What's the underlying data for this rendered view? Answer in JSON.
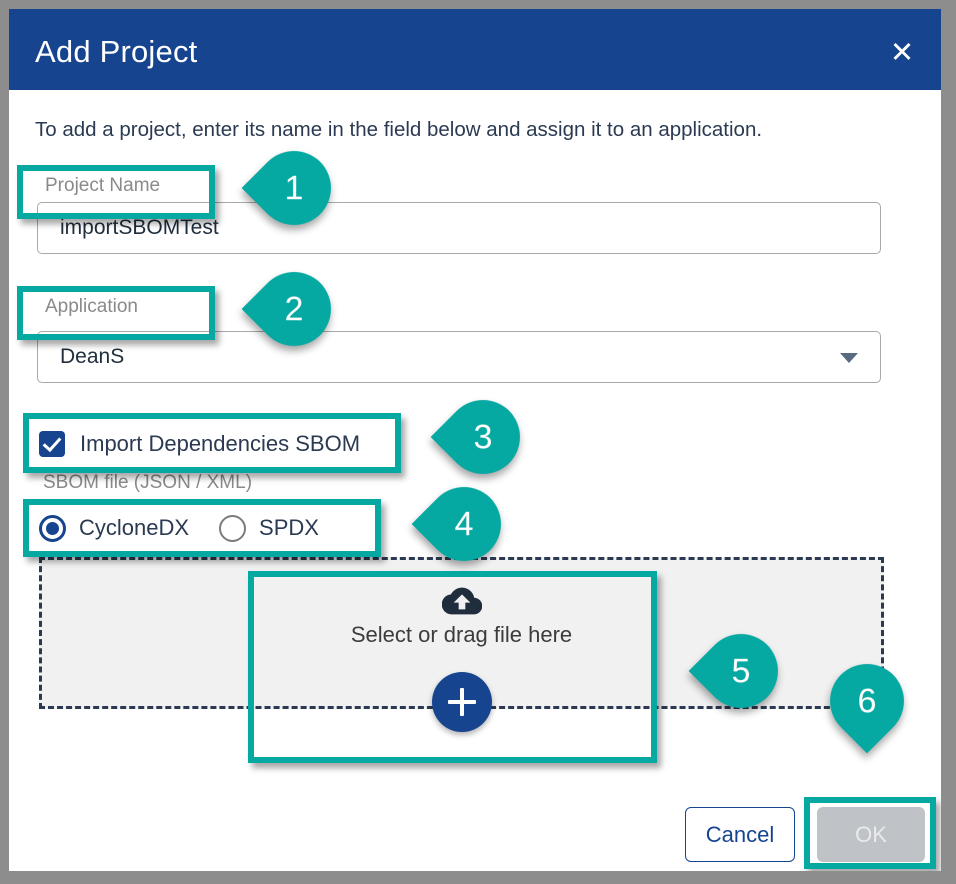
{
  "window": {
    "title": "Add Project",
    "close_icon": "close-x-icon"
  },
  "body": {
    "intro": "To add a project, enter its name in the field below and assign it to an application."
  },
  "fields": {
    "project_name": {
      "label": "Project Name",
      "value": "importSBOMTest",
      "placeholder": "Project Name"
    },
    "application": {
      "label": "Application",
      "value": "DeanS",
      "caret_icon": "chevron-down-icon"
    },
    "import_dependencies": {
      "label": "Import Dependencies SBOM",
      "checked": true
    },
    "sbom_file": {
      "label": "SBOM file (JSON / XML)",
      "options": [
        {
          "label": "CycloneDX",
          "selected": true
        },
        {
          "label": "SPDX",
          "selected": false
        }
      ]
    },
    "drop_zone": {
      "upload_icon": "cloud-upload-icon",
      "text": "Select or drag file here",
      "add_icon": "plus-icon"
    }
  },
  "footer": {
    "cancel_label": "Cancel",
    "ok_label": "OK"
  },
  "annotations": {
    "markers": [
      {
        "number": "1",
        "target": "project-name-label"
      },
      {
        "number": "2",
        "target": "application-label"
      },
      {
        "number": "3",
        "target": "import-dependencies-checkbox"
      },
      {
        "number": "4",
        "target": "sbom-format-radios"
      },
      {
        "number": "5",
        "target": "file-drop-zone"
      },
      {
        "number": "6",
        "target": "ok-button"
      }
    ]
  },
  "colors": {
    "header_blue": "#17448f",
    "accent_teal": "#06a8a2",
    "text_navy": "#2b3a52",
    "label_gray": "#8a8a8a",
    "dropzone_gray": "#f1f1f1",
    "disabled_gray": "#bfc3c7",
    "page_backdrop": "#8d8d8d"
  }
}
